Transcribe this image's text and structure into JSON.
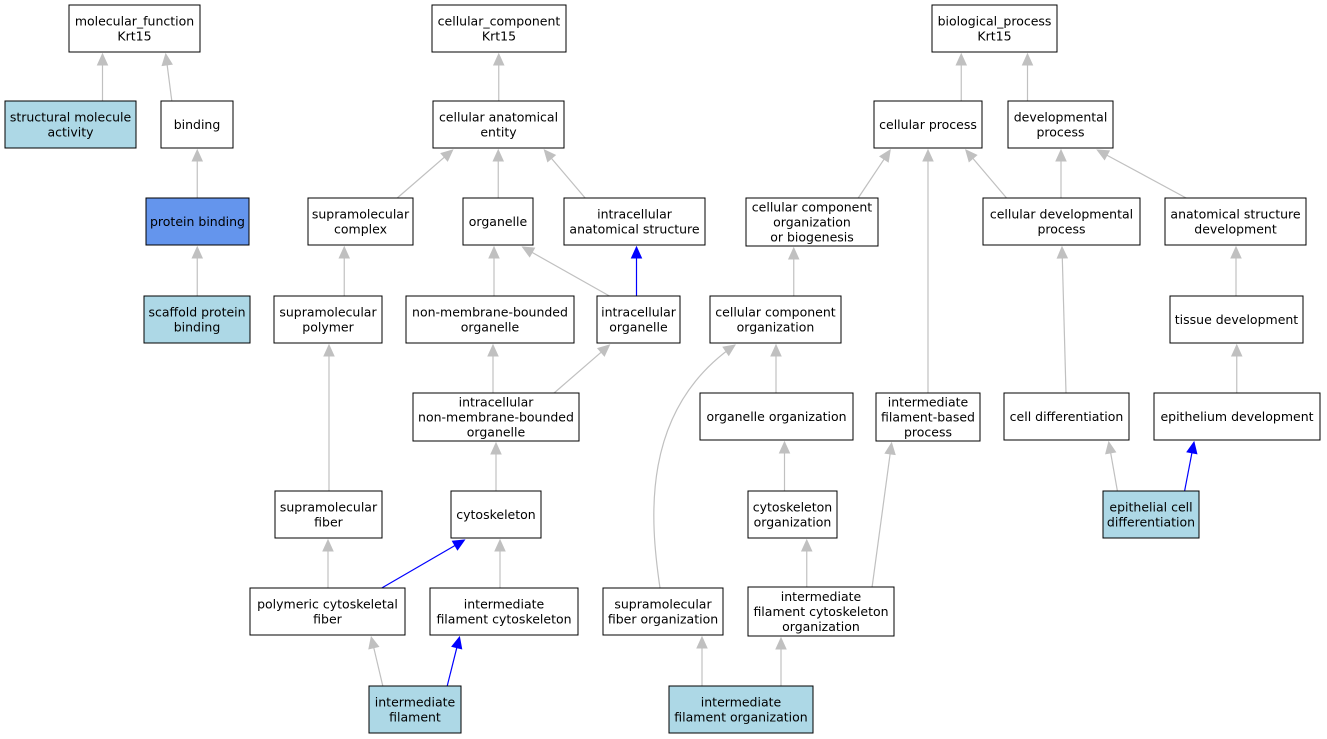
{
  "colors": {
    "default_fill": "#ffffff",
    "annotated_fill": "#add8e6",
    "selected_fill": "#6495ed",
    "edge_gray": "#c0c0c0",
    "edge_blue": "#0000ff"
  },
  "nodes": {
    "mf_root": {
      "lines": [
        "molecular_function",
        "Krt15"
      ],
      "style": "default"
    },
    "cc_root": {
      "lines": [
        "cellular_component",
        "Krt15"
      ],
      "style": "default"
    },
    "bp_root": {
      "lines": [
        "biological_process",
        "Krt15"
      ],
      "style": "default"
    },
    "sma": {
      "lines": [
        "structural molecule",
        "activity"
      ],
      "style": "annotated"
    },
    "binding": {
      "lines": [
        "binding"
      ],
      "style": "default"
    },
    "pb": {
      "lines": [
        "protein binding"
      ],
      "style": "selected"
    },
    "spb": {
      "lines": [
        "scaffold protein",
        "binding"
      ],
      "style": "annotated"
    },
    "cae": {
      "lines": [
        "cellular anatomical",
        "entity"
      ],
      "style": "default"
    },
    "smc": {
      "lines": [
        "supramolecular",
        "complex"
      ],
      "style": "default"
    },
    "org": {
      "lines": [
        "organelle"
      ],
      "style": "default"
    },
    "ias": {
      "lines": [
        "intracellular",
        "anatomical structure"
      ],
      "style": "default"
    },
    "smp": {
      "lines": [
        "supramolecular",
        "polymer"
      ],
      "style": "default"
    },
    "nmbo": {
      "lines": [
        "non-membrane-bounded",
        "organelle"
      ],
      "style": "default"
    },
    "io": {
      "lines": [
        "intracellular",
        "organelle"
      ],
      "style": "default"
    },
    "inmbo": {
      "lines": [
        "intracellular",
        "non-membrane-bounded",
        "organelle"
      ],
      "style": "default"
    },
    "smf": {
      "lines": [
        "supramolecular",
        "fiber"
      ],
      "style": "default"
    },
    "cytosk": {
      "lines": [
        "cytoskeleton"
      ],
      "style": "default"
    },
    "pcf": {
      "lines": [
        "polymeric cytoskeletal",
        "fiber"
      ],
      "style": "default"
    },
    "ifc": {
      "lines": [
        "intermediate",
        "filament cytoskeleton"
      ],
      "style": "default"
    },
    "if": {
      "lines": [
        "intermediate",
        "filament"
      ],
      "style": "annotated"
    },
    "cp": {
      "lines": [
        "cellular process"
      ],
      "style": "default"
    },
    "dp": {
      "lines": [
        "developmental",
        "process"
      ],
      "style": "default"
    },
    "ccob": {
      "lines": [
        "cellular component",
        "organization",
        "or biogenesis"
      ],
      "style": "default"
    },
    "cdp": {
      "lines": [
        "cellular developmental",
        "process"
      ],
      "style": "default"
    },
    "asd": {
      "lines": [
        "anatomical structure",
        "development"
      ],
      "style": "default"
    },
    "cco": {
      "lines": [
        "cellular component",
        "organization"
      ],
      "style": "default"
    },
    "td": {
      "lines": [
        "tissue development"
      ],
      "style": "default"
    },
    "oo": {
      "lines": [
        "organelle organization"
      ],
      "style": "default"
    },
    "ifbp": {
      "lines": [
        "intermediate",
        "filament-based",
        "process"
      ],
      "style": "default"
    },
    "cd": {
      "lines": [
        "cell differentiation"
      ],
      "style": "default"
    },
    "ed": {
      "lines": [
        "epithelium development"
      ],
      "style": "default"
    },
    "co": {
      "lines": [
        "cytoskeleton",
        "organization"
      ],
      "style": "default"
    },
    "ecd": {
      "lines": [
        "epithelial cell",
        "differentiation"
      ],
      "style": "annotated"
    },
    "smfo": {
      "lines": [
        "supramolecular",
        "fiber organization"
      ],
      "style": "default"
    },
    "ifco": {
      "lines": [
        "intermediate",
        "filament cytoskeleton",
        "organization"
      ],
      "style": "default"
    },
    "ifo": {
      "lines": [
        "intermediate",
        "filament organization"
      ],
      "style": "annotated"
    }
  },
  "edges": [
    {
      "from": "sma",
      "to": "mf_root",
      "color": "gray"
    },
    {
      "from": "binding",
      "to": "mf_root",
      "color": "gray"
    },
    {
      "from": "pb",
      "to": "binding",
      "color": "gray"
    },
    {
      "from": "spb",
      "to": "pb",
      "color": "gray"
    },
    {
      "from": "cae",
      "to": "cc_root",
      "color": "gray"
    },
    {
      "from": "smc",
      "to": "cae",
      "color": "gray"
    },
    {
      "from": "org",
      "to": "cae",
      "color": "gray"
    },
    {
      "from": "ias",
      "to": "cae",
      "color": "gray"
    },
    {
      "from": "smp",
      "to": "smc",
      "color": "gray"
    },
    {
      "from": "nmbo",
      "to": "org",
      "color": "gray"
    },
    {
      "from": "io",
      "to": "org",
      "color": "gray"
    },
    {
      "from": "io",
      "to": "ias",
      "color": "blue"
    },
    {
      "from": "smf",
      "to": "smp",
      "color": "gray"
    },
    {
      "from": "inmbo",
      "to": "nmbo",
      "color": "gray"
    },
    {
      "from": "inmbo",
      "to": "io",
      "color": "gray"
    },
    {
      "from": "cytosk",
      "to": "inmbo",
      "color": "gray"
    },
    {
      "from": "pcf",
      "to": "smf",
      "color": "gray"
    },
    {
      "from": "pcf",
      "to": "cytosk",
      "color": "blue"
    },
    {
      "from": "ifc",
      "to": "cytosk",
      "color": "gray"
    },
    {
      "from": "if",
      "to": "pcf",
      "color": "gray"
    },
    {
      "from": "if",
      "to": "ifc",
      "color": "blue"
    },
    {
      "from": "cp",
      "to": "bp_root",
      "color": "gray"
    },
    {
      "from": "dp",
      "to": "bp_root",
      "color": "gray"
    },
    {
      "from": "ccob",
      "to": "cp",
      "color": "gray"
    },
    {
      "from": "cdp",
      "to": "cp",
      "color": "gray"
    },
    {
      "from": "cdp",
      "to": "dp",
      "color": "gray"
    },
    {
      "from": "asd",
      "to": "dp",
      "color": "gray"
    },
    {
      "from": "ifbp",
      "to": "cp",
      "color": "gray"
    },
    {
      "from": "cco",
      "to": "ccob",
      "color": "gray"
    },
    {
      "from": "cd",
      "to": "cdp",
      "color": "gray"
    },
    {
      "from": "td",
      "to": "asd",
      "color": "gray"
    },
    {
      "from": "oo",
      "to": "cco",
      "color": "gray"
    },
    {
      "from": "ed",
      "to": "td",
      "color": "gray"
    },
    {
      "from": "co",
      "to": "oo",
      "color": "gray"
    },
    {
      "from": "ecd",
      "to": "cd",
      "color": "gray"
    },
    {
      "from": "ecd",
      "to": "ed",
      "color": "blue"
    },
    {
      "from": "smfo",
      "to": "cco",
      "color": "gray"
    },
    {
      "from": "ifco",
      "to": "co",
      "color": "gray"
    },
    {
      "from": "ifco",
      "to": "ifbp",
      "color": "gray"
    },
    {
      "from": "ifo",
      "to": "smfo",
      "color": "gray"
    },
    {
      "from": "ifo",
      "to": "ifco",
      "color": "gray"
    }
  ]
}
